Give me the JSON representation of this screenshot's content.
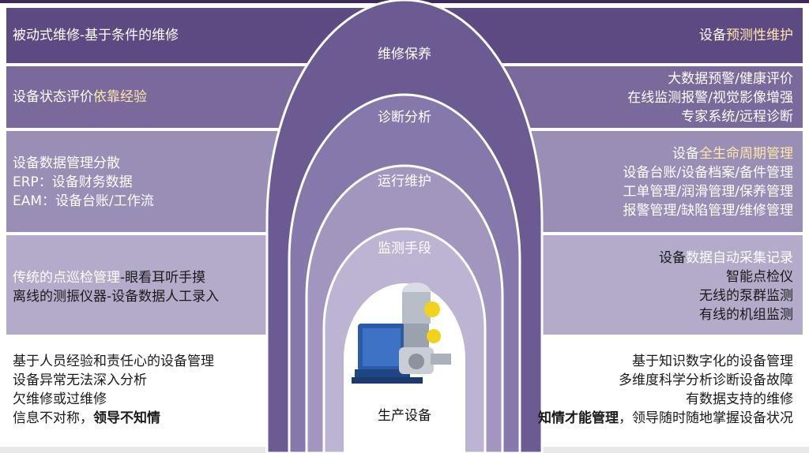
{
  "colors": {
    "band1": "#5e4a83",
    "band2": "#7a6a9c",
    "band3": "#9a8db6",
    "band4": "#b4aac9",
    "arch_outer": "#6c5a93",
    "arch2": "#8678aa",
    "arch3": "#a296bf",
    "arch4": "#bdb3d3",
    "core": "#ffffff",
    "highlight": "#ffe9a8"
  },
  "center": {
    "l1": "维修保养",
    "l2": "诊断分析",
    "l3": "运行维护",
    "l4": "监测手段",
    "l5": "生产设备"
  },
  "left": {
    "r1": [
      "被动式维修-基于条件的维修"
    ],
    "r2": {
      "a": "设备状态评价",
      "b": "依靠经验"
    },
    "r3": [
      "设备数据管理分散",
      "ERP：设备财务数据",
      "EAM：设备台账/工作流"
    ],
    "r4": {
      "a": "传统的点巡检管理",
      "b": "-眼看耳听手摸",
      "c": "离线的测振仪器-设备数据人工录入"
    },
    "r5": [
      "基于人员经验和责任心的设备管理",
      "设备异常无法深入分析",
      "欠维修或过维修",
      "信息不对称，",
      "领导不知情"
    ]
  },
  "right": {
    "r1": {
      "a": "设备",
      "b": "预测性维护"
    },
    "r2": [
      "大数据预警/健康评价",
      "在线监测报警/视觉影像增强",
      "专家系统/远程诊断"
    ],
    "r3": {
      "a": "设备",
      "b": "全生命周期管理",
      "items": [
        "设备台账/设备档案/备件管理",
        "工单管理/润滑管理/保养管理",
        "报警管理/缺陷管理/维修管理"
      ]
    },
    "r4": {
      "a": "设备",
      "b": "数据自动采集记录",
      "items": [
        "智能点检仪",
        "无线的泵群监测",
        "有线的机组监测"
      ]
    },
    "r5": [
      "基于知识数字化的设备管理",
      "多维度科学分析诊断设备故障",
      "有数据支持的维修",
      "知情才能管理",
      "，领导随时随地掌握设备状况"
    ]
  }
}
